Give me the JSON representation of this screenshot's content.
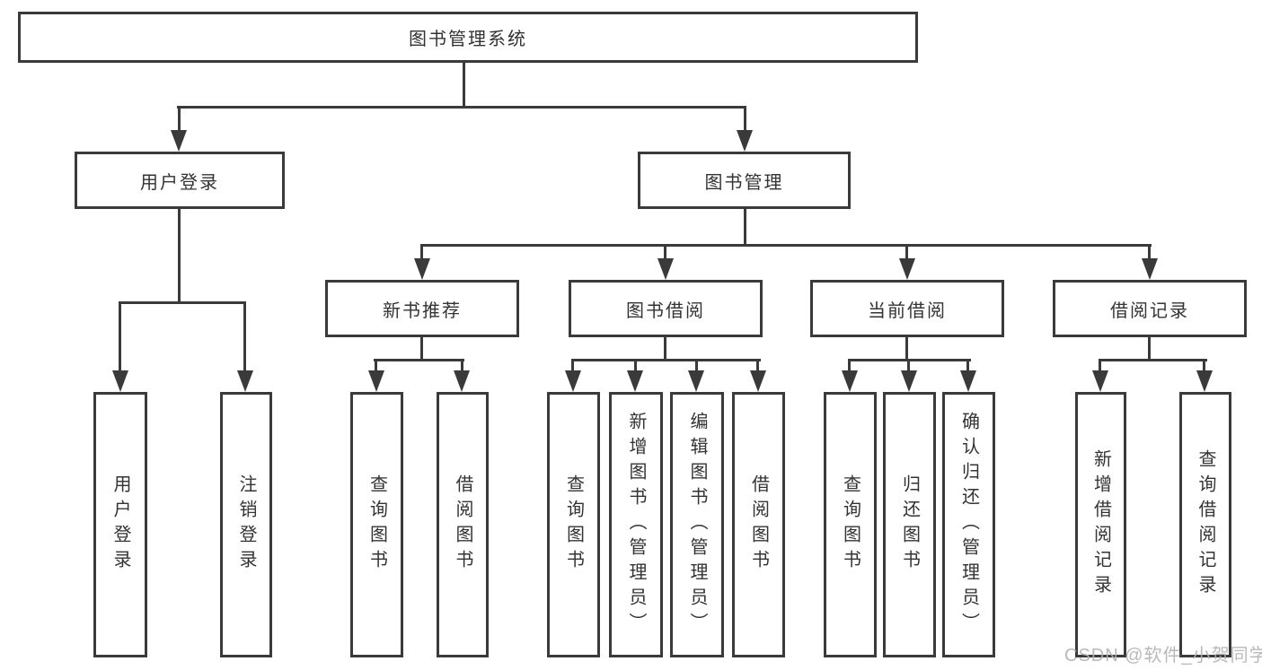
{
  "nodes": {
    "root": {
      "label": "图书管理系统"
    },
    "user_login": {
      "label": "用户登录"
    },
    "book_mgmt": {
      "label": "图书管理"
    },
    "new_book_rec": {
      "label": "新书推荐"
    },
    "book_borrow": {
      "label": "图书借阅"
    },
    "current_borrow": {
      "label": "当前借阅"
    },
    "borrow_record": {
      "label": "借阅记录"
    },
    "leaf_user_login": {
      "label": "用户登录"
    },
    "leaf_logout": {
      "label": "注销登录"
    },
    "leaf_query_book_rec": {
      "label": "查询图书"
    },
    "leaf_borrow_book_rec": {
      "label": "借阅图书"
    },
    "leaf_query_book_borrow": {
      "label": "查询图书"
    },
    "leaf_add_book_admin": {
      "label": "新增图书（管理员）"
    },
    "leaf_edit_book_admin": {
      "label": "编辑图书（管理员）"
    },
    "leaf_borrow_book_borrow": {
      "label": "借阅图书"
    },
    "leaf_query_book_current": {
      "label": "查询图书"
    },
    "leaf_return_book": {
      "label": "归还图书"
    },
    "leaf_confirm_return_admin": {
      "label": "确认归还（管理员）"
    },
    "leaf_add_borrow_record": {
      "label": "新增借阅记录"
    },
    "leaf_query_borrow_record": {
      "label": "查询借阅记录"
    }
  },
  "watermark": {
    "text": "CSDN @软件_小贺同学"
  },
  "colors": {
    "line": "#3a3a3a",
    "text": "#333333",
    "background": "#ffffff",
    "watermark": "#b2b2b4"
  }
}
